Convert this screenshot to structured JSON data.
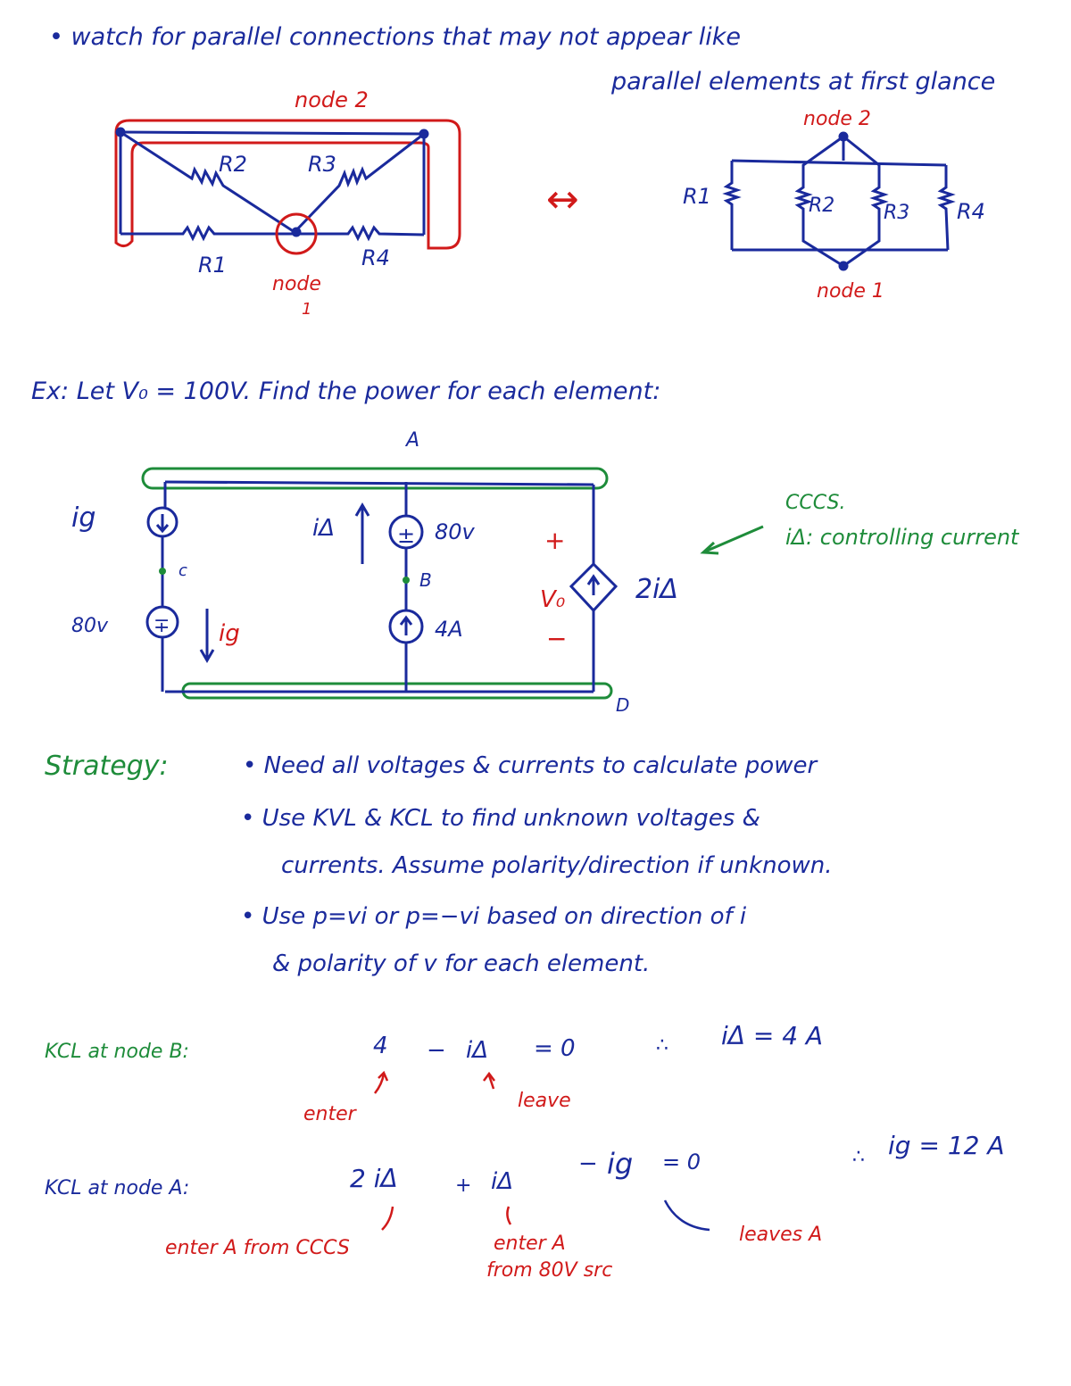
{
  "colors": {
    "ink_blue": "#1a2a9c",
    "ink_red": "#d11a1a",
    "ink_green": "#1e8c3a"
  },
  "section1": {
    "heading_line1": "• watch for parallel connections that may not appear like",
    "heading_line2": "parallel elements at first glance",
    "left_node2": "node 2",
    "left_node1_a": "node",
    "left_node1_b": "1",
    "left_R1": "R1",
    "left_R2": "R2",
    "left_R3": "R3",
    "left_R4": "R4",
    "arrow": "↔",
    "right_node2": "node 2",
    "right_node1": "node 1",
    "right_R1": "R1",
    "right_R2": "R2",
    "right_R3": "R3",
    "right_R4": "R4"
  },
  "example": {
    "statement": "Ex: Let V₀ = 100V. Find the power for each element:",
    "node_A": "A",
    "node_B": "B",
    "node_C": "c",
    "node_D": "D",
    "ig_left": "ig",
    "ig_arrow_label": "ig",
    "src_80v_left": "80v",
    "i_delta": "iΔ",
    "src_80v_mid": "80v",
    "src_4a": "4A",
    "vo_plus": "+",
    "vo_label": "V₀",
    "vo_minus": "−",
    "dep_label": "2iΔ",
    "cccs_title": "CCCS.",
    "cccs_note": "iΔ: controlling current"
  },
  "strategy": {
    "label": "Strategy:",
    "line1": "• Need all voltages & currents to calculate power",
    "line2": "• Use KVL & KCL to find unknown voltages &",
    "line3": "currents. Assume polarity/direction if unknown.",
    "line4": "• Use p=vi or p=−vi based on direction of i",
    "line5": "& polarity of v for each element."
  },
  "kcl_b": {
    "prefix": "KCL at node B:",
    "eq_4": "4",
    "eq_minus": "−",
    "eq_idelta": "iΔ",
    "eq_zero": "= 0",
    "therefore": "∴",
    "result": "iΔ = 4 A",
    "enter": "enter",
    "leave": "leave"
  },
  "kcl_a": {
    "prefix": "KCL at node A:",
    "eq_2idelta": "2 iΔ",
    "eq_plus": "+",
    "eq_idelta": "iΔ",
    "eq_minus": "−",
    "eq_ig": "ig",
    "eq_zero": "= 0",
    "therefore": "∴",
    "result": "ig = 12 A",
    "note1": "enter A from CCCS",
    "note2a": "enter A",
    "note2b": "from 80V src",
    "note3": "leaves A"
  }
}
